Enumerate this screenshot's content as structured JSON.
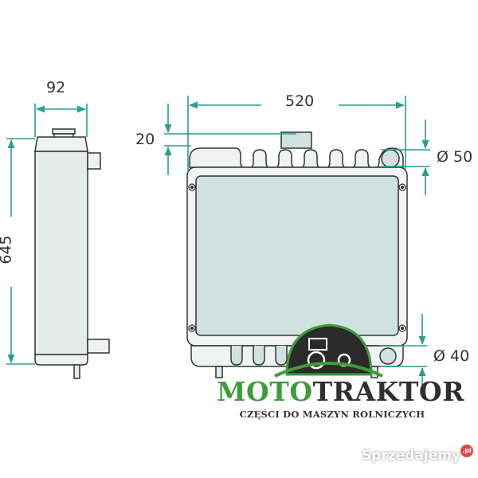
{
  "drawing": {
    "subject": "radiator technical drawing",
    "colors": {
      "dimension_line": "#2a9d8f",
      "outline": "#333333",
      "core_fill": "#cfe2df",
      "frame_fill": "#f1f4f3"
    },
    "dimensions": {
      "width_side": "92",
      "height": "645",
      "width_front": "520",
      "offset_top": "20",
      "inlet_diameter": "Ø 50",
      "outlet_diameter": "Ø 40"
    }
  },
  "brand": {
    "name_part1": "MOTO",
    "name_part2": "TRAKTOR",
    "tagline": "CZĘŚCI DO MASZYN ROLNICZYCH",
    "colors": {
      "primary": "#3f9c3a",
      "dark": "#2f2f2f"
    }
  },
  "watermark": {
    "text": "Sprzedajemy",
    "badge": ".pl",
    "badge_color": "#e04848"
  }
}
